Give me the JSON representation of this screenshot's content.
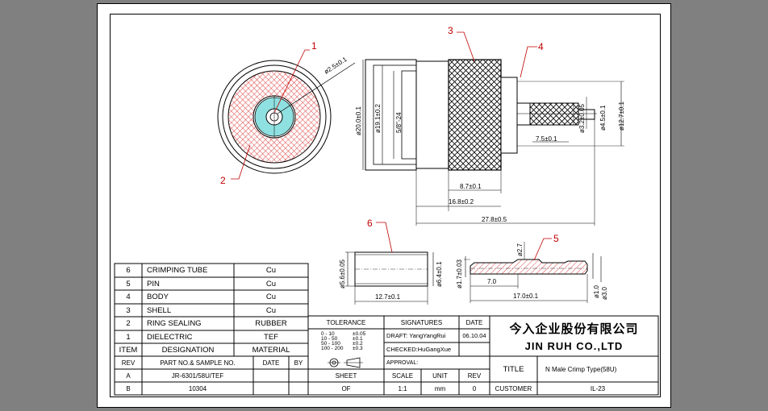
{
  "parts": [
    {
      "item": "6",
      "designation": "CRIMPING TUBE",
      "material": "Cu"
    },
    {
      "item": "5",
      "designation": "PIN",
      "material": "Cu"
    },
    {
      "item": "4",
      "designation": "BODY",
      "material": "Cu"
    },
    {
      "item": "3",
      "designation": "SHELL",
      "material": "Cu"
    },
    {
      "item": "2",
      "designation": "RING SEALING",
      "material": "RUBBER"
    },
    {
      "item": "1",
      "designation": "DIELECTRIC",
      "material": "TEF"
    }
  ],
  "headers": {
    "item": "ITEM",
    "designation": "DESIGNATION",
    "material": "MATERIAL",
    "rev": "REV",
    "part_no": "PART NO.& SAMPLE NO.",
    "date": "DATE",
    "by": "BY",
    "tolerance": "TOLERANCE",
    "signatures": "SIGNATURES",
    "sig_date": "DATE",
    "approval": "APPROVAL:",
    "sheet": "SHEET",
    "scale": "SCALE",
    "unit": "UNIT",
    "rev2": "REV",
    "title": "TITLE",
    "customer": "CUSTOMER"
  },
  "revisions": [
    {
      "rev": "A",
      "part_no": "JR-6301/58U/TEF"
    },
    {
      "rev": "B",
      "part_no": "10304"
    }
  ],
  "signatures": {
    "draft": "DRAFT: YangYangRui",
    "checked": "CHECKED:HuGangXue",
    "date": "06.10.04"
  },
  "sheet_values": {
    "sheet": "OF",
    "scale": "1:1",
    "unit": "mm",
    "rev": "0"
  },
  "company": {
    "cn": "今入企业股份有限公司",
    "en": "JIN RUH CO.,LTD"
  },
  "title_value": "N Male Crimp Type(58U)",
  "customer_value": "IL-23",
  "balloons": [
    "1",
    "2",
    "3",
    "4",
    "5",
    "6"
  ],
  "dims": {
    "d25": "ø2.5±0.1",
    "d200": "ø20.0±0.1",
    "d191": "ø19.1±0.2",
    "thread": "5/8\"-24",
    "d87": "8.7±0.1",
    "d168": "16.8±0.2",
    "d278": "27.8±0.5",
    "d75": "7.5±0.1",
    "d32": "ø3.2±0.05",
    "d45": "ø4.5±0.1",
    "d127": "ø12.7±0.1",
    "d56": "ø5.6±0.05",
    "d64": "ø6.4±0.1",
    "d127b": "12.7±0.1",
    "d17": "ø1.7±0.03",
    "d27": "ø2.7",
    "d70": "7.0",
    "d170": "17.0±0.1",
    "d10": "ø1.0",
    "d30": "ø3.0"
  }
}
